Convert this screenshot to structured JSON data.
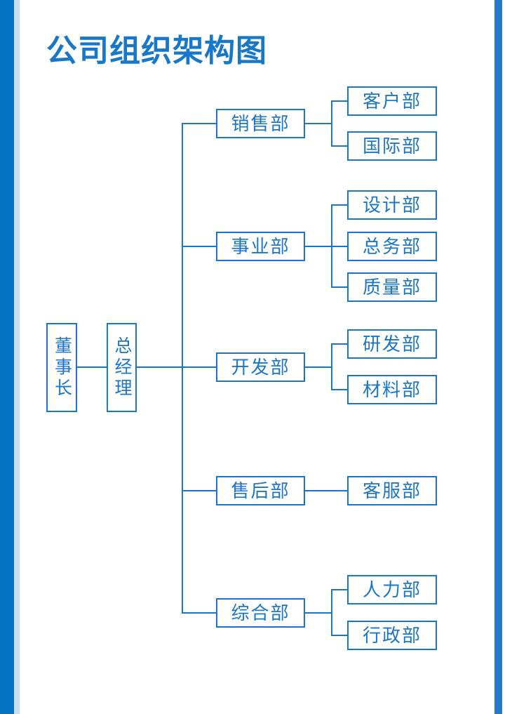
{
  "title": "公司组织架构图",
  "colors": {
    "accent": "#1777c8",
    "line": "#1b76c7",
    "bar_dark": "#0672c3",
    "bar_light": "#c9ddf1",
    "bar_right": "#2679c6",
    "background": "#ffffff"
  },
  "org": {
    "chairman": "董事长",
    "general_manager": "总经理",
    "departments": [
      {
        "label": "销售部",
        "children": [
          "客户部",
          "国际部"
        ]
      },
      {
        "label": "事业部",
        "children": [
          "设计部",
          "总务部",
          "质量部"
        ]
      },
      {
        "label": "开发部",
        "children": [
          "研发部",
          "材料部"
        ]
      },
      {
        "label": "售后部",
        "children": [
          "客服部"
        ]
      },
      {
        "label": "综合部",
        "children": [
          "人力部",
          "行政部"
        ]
      }
    ]
  }
}
